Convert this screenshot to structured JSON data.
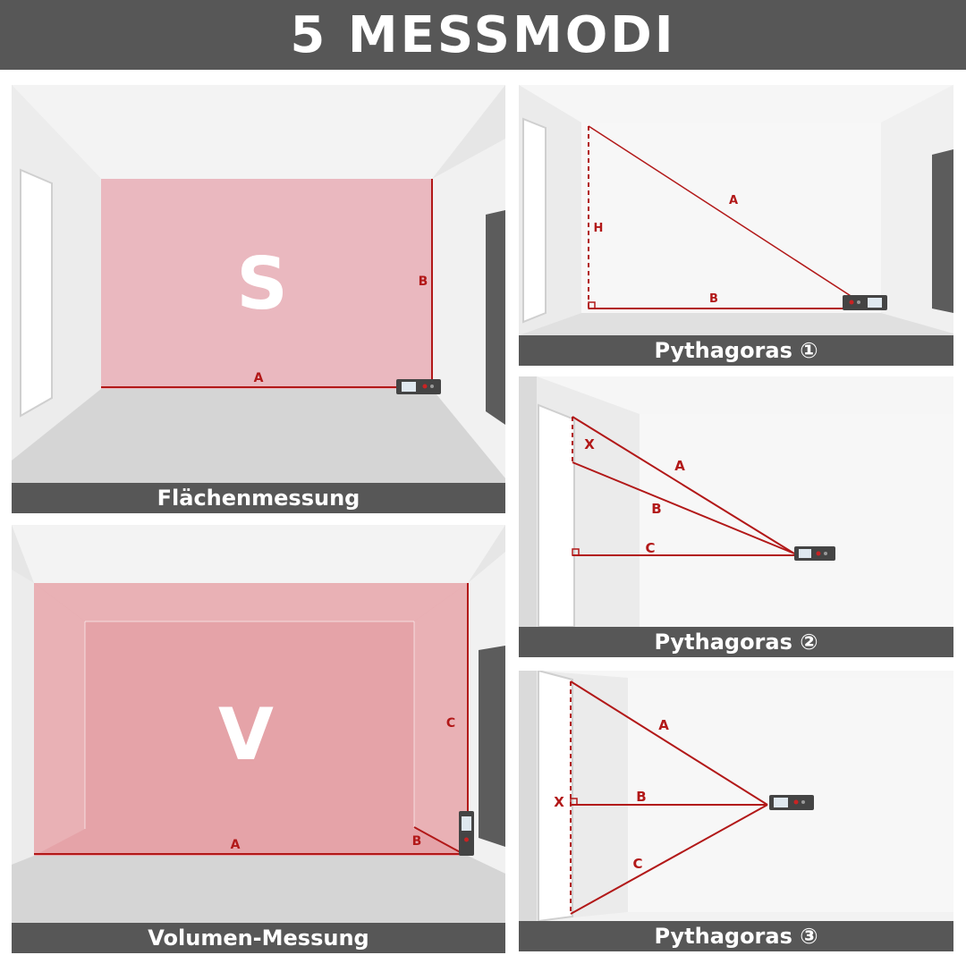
{
  "header": {
    "title": "5 MESSMODI"
  },
  "panels": {
    "area": {
      "caption": "Flächenmessung",
      "symbol": "S",
      "labels": {
        "a": "A",
        "b": "B"
      }
    },
    "volume": {
      "caption": "Volumen-Messung",
      "symbol": "V",
      "labels": {
        "a": "A",
        "b": "B",
        "c": "C"
      }
    },
    "pythagoras1": {
      "caption": "Pythagoras ①",
      "labels": {
        "a": "A",
        "b": "B",
        "h": "H"
      }
    },
    "pythagoras2": {
      "caption": "Pythagoras ②",
      "labels": {
        "a": "A",
        "b": "B",
        "c": "C",
        "x": "X"
      }
    },
    "pythagoras3": {
      "caption": "Pythagoras ③",
      "labels": {
        "a": "A",
        "b": "B",
        "c": "C",
        "x": "X"
      }
    }
  },
  "colors": {
    "header_bg": "#575757",
    "measure_line": "#b21818",
    "highlight_fill": "#e39aa0"
  }
}
